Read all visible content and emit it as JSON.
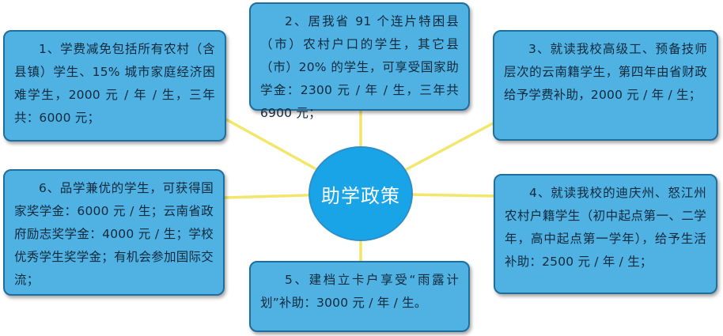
{
  "center": {
    "title": "助学政策"
  },
  "policies": [
    {
      "id": "b1",
      "text": "1、学费减免包括所有农村（含县镇）学生、15% 城市家庭经济困难学生，2000 元 / 年 / 生，三年共：6000 元；"
    },
    {
      "id": "b2",
      "text": "2、居我省 91 个连片特困县（市）农村户口的学生，其它县（市）20% 的学生，可享受国家助学金：2300 元 / 年 / 生，三年共 6900 元；"
    },
    {
      "id": "b3",
      "text": "3、就读我校高级工、预备技师层次的云南籍学生，第四年由省财政给予学费补助，2000 元 / 年 / 生；"
    },
    {
      "id": "b4",
      "text": "4、就读我校的迪庆州、怒江州农村户籍学生（初中起点第一、二学年，高中起点第一学年），给予生活补助：2500 元 / 年 / 生；"
    },
    {
      "id": "b5",
      "text": "5、建档立卡户享受“雨露计划”补助：3000 元 / 年 / 生。"
    },
    {
      "id": "b6",
      "text": "6、品学兼优的学生，可获得国家奖学金：6000 元 / 生；云南省政府励志奖学金：4000 元 / 生；学校优秀学生奖学金；有机会参加国际交流；"
    }
  ],
  "colors": {
    "connector": "#f2e66b",
    "box_fill": "#50b1e3",
    "center_fill": "#1aa4e8"
  }
}
